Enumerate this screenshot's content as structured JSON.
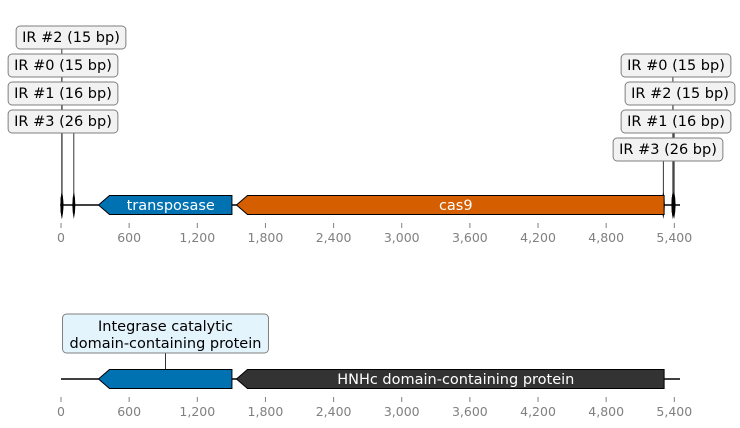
{
  "track1": {
    "range": [
      0,
      5450
    ],
    "ticks": [
      0,
      600,
      1200,
      1800,
      2400,
      3000,
      3600,
      4200,
      4800,
      5400
    ],
    "tick_labels": [
      "0",
      "600",
      "1,200",
      "1,800",
      "2,400",
      "3,000",
      "3,600",
      "4,200",
      "4,800",
      "5,400"
    ],
    "features": [
      {
        "label": "transposase",
        "start": 330,
        "end": 1505,
        "strand": -1,
        "color": "#0072b2",
        "text_color": "#ffffff"
      },
      {
        "label": "cas9",
        "start": 1545,
        "end": 5310,
        "strand": -1,
        "color": "#d55e00",
        "text_color": "#ffffff"
      }
    ],
    "repeats": [
      {
        "label": "IR #2 (15 bp)",
        "start": 0,
        "end": 15
      },
      {
        "label": "IR #0 (15 bp)",
        "start": 0,
        "end": 15
      },
      {
        "label": "IR #1 (16 bp)",
        "start": 0,
        "end": 16
      },
      {
        "label": "IR #3 (26 bp)",
        "start": 100,
        "end": 126
      },
      {
        "label": "IR #0 (15 bp)",
        "start": 5380,
        "end": 5395
      },
      {
        "label": "IR #2 (15 bp)",
        "start": 5380,
        "end": 5395
      },
      {
        "label": "IR #1 (16 bp)",
        "start": 5390,
        "end": 5406
      },
      {
        "label": "IR #3 (26 bp)",
        "start": 5290,
        "end": 5316
      }
    ],
    "label_box_color": "#f2f2f2"
  },
  "track2": {
    "range": [
      0,
      5450
    ],
    "ticks": [
      0,
      600,
      1200,
      1800,
      2400,
      3000,
      3600,
      4200,
      4800,
      5400
    ],
    "tick_labels": [
      "0",
      "600",
      "1,200",
      "1,800",
      "2,400",
      "3,000",
      "3,600",
      "4,200",
      "4,800",
      "5,400"
    ],
    "features": [
      {
        "label": "",
        "start": 330,
        "end": 1505,
        "strand": -1,
        "color": "#0072b2",
        "text_color": "#ffffff"
      },
      {
        "label": "HNHc domain-containing protein",
        "start": 1545,
        "end": 5310,
        "strand": -1,
        "color": "#333333",
        "text_color": "#ffffff"
      }
    ],
    "annotations": [
      {
        "lines": [
          "Integrase catalytic",
          "domain-containing protein"
        ],
        "position": 920,
        "box_color": "#e4f4fd"
      }
    ]
  }
}
